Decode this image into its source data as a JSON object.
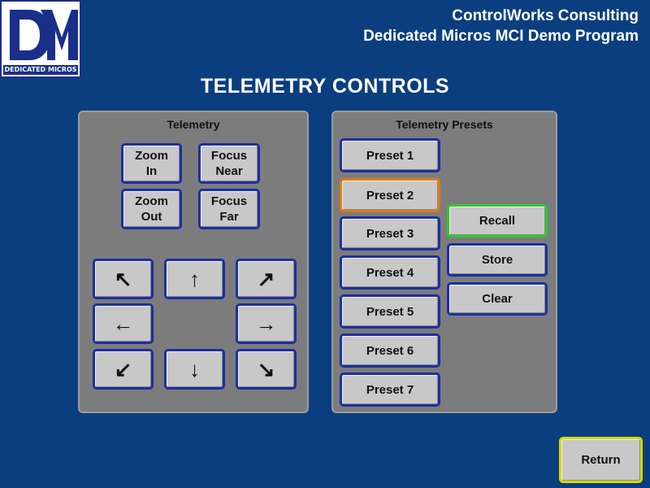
{
  "logo": {
    "text": "DEDICATED MICROS"
  },
  "header": {
    "company": "ControlWorks Consulting",
    "program": "Dedicated Micros MCI Demo Program"
  },
  "page_title": "TELEMETRY CONTROLS",
  "telemetry_panel": {
    "title": "Telemetry",
    "zoom_in": [
      "Zoom",
      "In"
    ],
    "focus_near": [
      "Focus",
      "Near"
    ],
    "zoom_out": [
      "Zoom",
      "Out"
    ],
    "focus_far": [
      "Focus",
      "Far"
    ],
    "arrows": {
      "up_left": "↖",
      "up": "↑",
      "up_right": "↗",
      "left": "←",
      "right": "→",
      "down_left": "↙",
      "down": "↓",
      "down_right": "↘"
    }
  },
  "presets_panel": {
    "title": "Telemetry Presets",
    "presets": [
      "Preset 1",
      "Preset 2",
      "Preset 3",
      "Preset 4",
      "Preset 5",
      "Preset 6",
      "Preset 7"
    ],
    "selected_preset": "Preset 2",
    "recall": "Recall",
    "store": "Store",
    "clear": "Clear"
  },
  "return_label": "Return",
  "colors": {
    "background": "#0a3e7e",
    "panel": "#7c7c7c",
    "button_border": "#1c2fa0",
    "selected_border": "#e07a14",
    "active_border": "#2fc82a",
    "return_border": "#d8d800"
  }
}
